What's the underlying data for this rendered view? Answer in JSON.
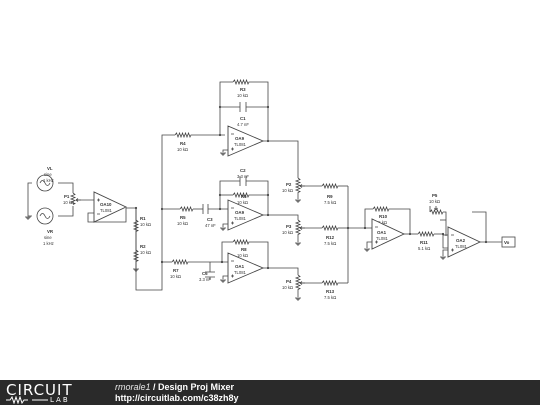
{
  "footer": {
    "logo_circuit": "CIRCUIT",
    "logo_lab": "LAB",
    "author": "rmorale1",
    "separator": " / ",
    "project_title": "Design Proj Mixer",
    "url": "http://circuitlab.com/c38zh8y"
  },
  "sources": {
    "vl": {
      "name": "VL",
      "l1": "sine",
      "l2": "1 kHz"
    },
    "vr": {
      "name": "VR",
      "l1": "sine",
      "l2": "1 kHz"
    }
  },
  "components": {
    "p1": {
      "name": "P1",
      "value": "10 kΩ"
    },
    "oa10": {
      "name": "OA10",
      "value": "TL081"
    },
    "r1": {
      "name": "R1",
      "value": "10 kΩ"
    },
    "r2": {
      "name": "R2",
      "value": "10 kΩ"
    },
    "r3": {
      "name": "R3",
      "value": "10 kΩ"
    },
    "c1": {
      "name": "C1",
      "value": "4.7 nF"
    },
    "r4": {
      "name": "R4",
      "value": "10 kΩ"
    },
    "oa9a": {
      "name": "OA9",
      "value": "TL081"
    },
    "c2": {
      "name": "C2",
      "value": "3.3 nF"
    },
    "r5": {
      "name": "R5",
      "value": "10 kΩ"
    },
    "r6": {
      "name": "R6",
      "value": "10 kΩ"
    },
    "c3": {
      "name": "C3",
      "value": "47 nF"
    },
    "oa9b": {
      "name": "OA9",
      "value": "TL081"
    },
    "r8": {
      "name": "R8",
      "value": "10 kΩ"
    },
    "r7": {
      "name": "R7",
      "value": "10 kΩ"
    },
    "c6": {
      "name": "C6",
      "value": "3.3 nF"
    },
    "oa1a": {
      "name": "OA1",
      "value": "TL081"
    },
    "p2": {
      "name": "P2",
      "value": "10 kΩ"
    },
    "p3": {
      "name": "P3",
      "value": "10 kΩ"
    },
    "p4": {
      "name": "P4",
      "value": "10 kΩ"
    },
    "r9": {
      "name": "R9",
      "value": "7.5 kΩ"
    },
    "r12": {
      "name": "R12",
      "value": "7.5 kΩ"
    },
    "r13": {
      "name": "R13",
      "value": "7.5 kΩ"
    },
    "r10": {
      "name": "R10",
      "value": "15 kΩ"
    },
    "oa1b": {
      "name": "OA1",
      "value": "TL081"
    },
    "r11": {
      "name": "R11",
      "value": "5.1 kΩ"
    },
    "p5": {
      "name": "P5",
      "value": "10 kΩ"
    },
    "oa2": {
      "name": "OA2",
      "value": "TL081"
    },
    "vo": {
      "name": "Vo"
    }
  },
  "colors": {
    "wire": "#444444",
    "footer_bg": "#2a2a2a",
    "label": "#333333"
  }
}
